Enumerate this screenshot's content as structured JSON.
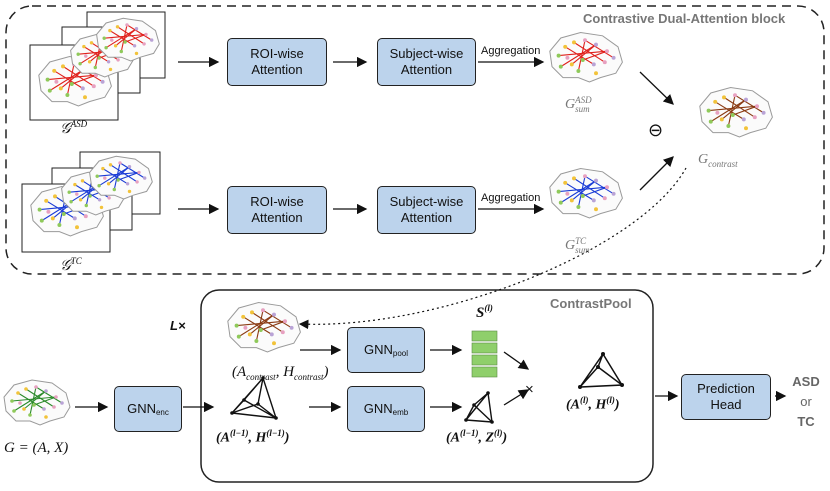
{
  "dual_block": {
    "title": "Contrastive Dual-Attention block",
    "roi_line1": "ROI-wise",
    "roi_line2": "Attention",
    "subj_line1": "Subject-wise",
    "subj_line2": "Attention",
    "aggregation": "Aggregation",
    "minus_symbol": "⊖",
    "asd_group_label": "𝒢",
    "asd_group_sup": "ASD",
    "tc_group_label": "𝒢",
    "tc_group_sup": "TC",
    "g_asd_sum_main": "G",
    "g_asd_sum_sup": "ASD",
    "g_asd_sum_sub": "sum",
    "g_tc_sum_main": "G",
    "g_tc_sum_sup": "TC",
    "g_tc_sum_sub": "sum",
    "g_contrast_main": "G",
    "g_contrast_sub": "contrast"
  },
  "pool_block": {
    "title": "ContrastPool",
    "repeat_label": "L×",
    "gnn_pool_main": "GNN",
    "gnn_pool_sub": "pool",
    "gnn_emb_main": "GNN",
    "gnn_emb_sub": "emb",
    "s_label": "S",
    "s_sup": "(l)",
    "multiply": "×",
    "a_contrast_text": "(A",
    "a_contrast_sub": "contrast",
    "h_contrast_text": ", H",
    "h_contrast_sub": "contrast",
    "close_paren": ")",
    "a_prev_text": "(A",
    "a_prev_sup": "(l−1)",
    "h_prev_text": ", H",
    "h_prev_sup": "(l−1)",
    "z_prev_a_text": "(A",
    "z_prev_a_sup": "(l−1)",
    "z_prev_text": ", Z",
    "z_prev_sup": "(l)",
    "al_text": "(A",
    "al_sup": "(l)",
    "hl_text": ", H",
    "hl_sup": "(l)"
  },
  "encoder": {
    "gnn_enc_main": "GNN",
    "gnn_enc_sub": "enc",
    "input_label": "G = (A, X)"
  },
  "head": {
    "line1": "Prediction",
    "line2": "Head",
    "out1": "ASD",
    "out2": "or",
    "out3": "TC"
  },
  "colors": {
    "box_fill": "#bcd3ec",
    "asd_edges": "#e0201b",
    "tc_edges": "#1a3bd6",
    "contrast_edges": "#8a3a12",
    "s_cells": "#8fcf6b",
    "title_gray": "#777777"
  }
}
